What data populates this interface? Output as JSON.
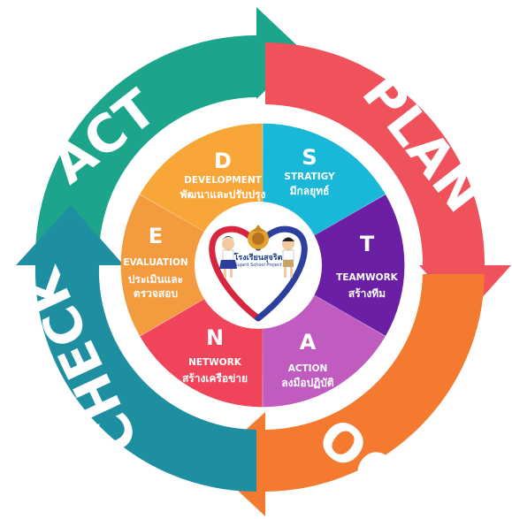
{
  "cycle": {
    "act": "ACT",
    "plan": "PLAN",
    "do": "DO",
    "check": "CHECK"
  },
  "segments": {
    "development": {
      "letter": "D",
      "english": "DEVELOPMENT",
      "thai": "พัฒนาและปรับปรุง",
      "color": "#F7A637"
    },
    "strategy": {
      "letter": "S",
      "english": "STRATIGY",
      "thai": "มีกลยุทธ์",
      "color": "#19B8D8"
    },
    "teamwork": {
      "letter": "T",
      "english": "TEAMWORK",
      "thai": "สร้างทีม",
      "color": "#6A1FA5"
    },
    "action": {
      "letter": "A",
      "english": "ACTION",
      "thai": "ลงมือปฏิบัติ",
      "color": "#C05BC0"
    },
    "network": {
      "letter": "N",
      "english": "NETWORK",
      "thai": "สร้างเครือข่าย",
      "color": "#F0445A"
    },
    "evaluation": {
      "letter": "E",
      "english": "EVALUATION",
      "thai_line1": "ประเมินและ",
      "thai_line2": "ตรวจสอบ",
      "color": "#F49B3F"
    }
  },
  "logo": {
    "name": "โรงเรียนสุจริต",
    "subtitle": "Sujarit School Project"
  },
  "colors": {
    "act": "#1CA58B",
    "plan": "#F0525C",
    "do": "#F47A2F",
    "check": "#1E8FA0"
  }
}
